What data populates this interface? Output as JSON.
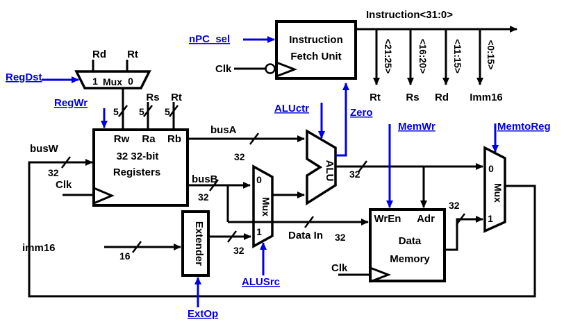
{
  "colors": {
    "wire": "#000000",
    "signal": "#0000DD",
    "background": "#FFFFFF"
  },
  "instruction_bus": {
    "label": "Instruction<31:0>",
    "fields": [
      {
        "bits": "<21:25>",
        "name": "Rt"
      },
      {
        "bits": "<16:20>",
        "name": "Rs"
      },
      {
        "bits": "<11:15>",
        "name": "Rd"
      },
      {
        "bits": "<0:15>",
        "name": "Imm16"
      }
    ]
  },
  "control_signals": {
    "npc_sel": "nPC_sel",
    "reg_dst": "RegDst",
    "reg_wr": "RegWr",
    "alu_ctr": "ALUctr",
    "zero": "Zero",
    "mem_wr": "MemWr",
    "mem_to_reg": "MemtoReg",
    "alu_src": "ALUSrc",
    "ext_op": "ExtOp"
  },
  "blocks": {
    "instruction_fetch_unit": {
      "line1": "Instruction",
      "line2": "Fetch Unit",
      "clk": "Clk"
    },
    "regdst_mux": {
      "src_left": "Rd",
      "src_right": "Rt",
      "input_left": "1",
      "label": "Mux",
      "input_right": "0"
    },
    "registers": {
      "port_rw": "Rw",
      "port_ra": "Ra",
      "port_rb": "Rb",
      "line1": "32 32-bit",
      "line2": "Registers",
      "clk": "Clk"
    },
    "alu": {
      "label": "ALU"
    },
    "alusrc_mux": {
      "input_top": "0",
      "label": "Mux",
      "input_bottom": "1"
    },
    "extender": {
      "label": "Extender"
    },
    "data_memory": {
      "port_wren": "WrEn",
      "port_adr": "Adr",
      "line1": "Data",
      "line2": "Memory",
      "clk": "Clk"
    },
    "memtoreg_mux": {
      "input_top": "0",
      "label": "Mux",
      "input_bottom": "1"
    }
  },
  "buses": {
    "busw": {
      "label": "busW",
      "width": "32"
    },
    "busa": {
      "label": "busA",
      "width": "32"
    },
    "busb": {
      "label": "busB",
      "width": "32"
    },
    "rw": {
      "width": "5"
    },
    "ra": {
      "width": "5",
      "src": "Rs"
    },
    "rb": {
      "width": "5",
      "src": "Rt"
    },
    "imm16": {
      "label": "imm16",
      "width": "16"
    },
    "extender_out": {
      "width": "32"
    },
    "data_in": {
      "label": "Data In",
      "width": "32"
    },
    "alu_out": {
      "width": "32"
    },
    "mem_out": {
      "width": "32"
    }
  }
}
